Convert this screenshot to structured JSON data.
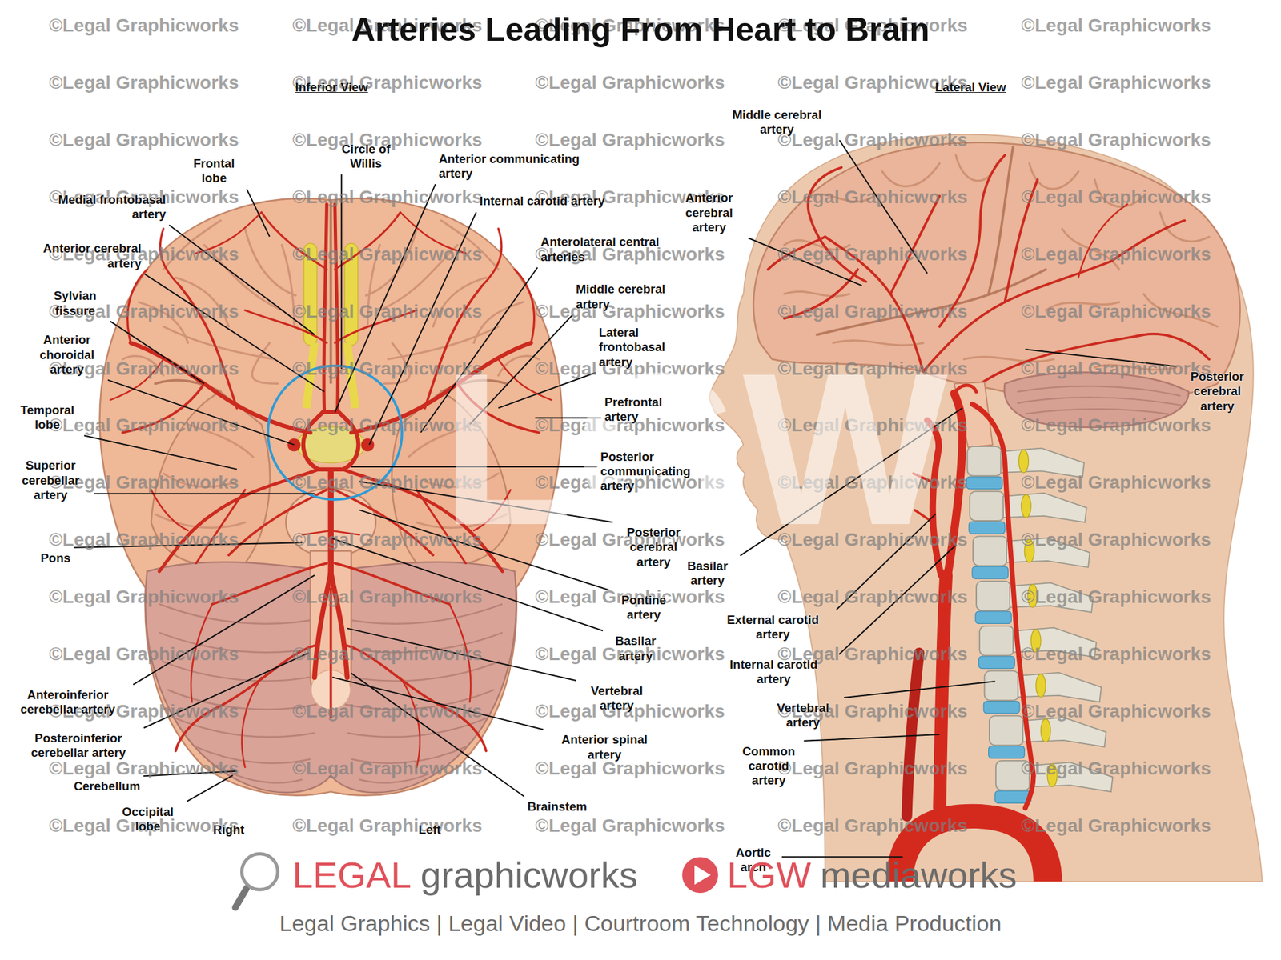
{
  "diagram": {
    "title": "Arteries Leading From Heart to Brain",
    "labels": [
      "Inferior View",
      "Lateral View",
      "Frontal lobe",
      "Circle of Willis",
      "Anterior communicating artery",
      "Medial frontobasal artery",
      "Internal carotid artery",
      "Anterior cerebral artery",
      "Anterolateral central arteries",
      "Sylvian fissure",
      "Middle cerebral artery",
      "Anterior choroidal artery",
      "Lateral frontobasal artery",
      "Temporal lobe",
      "Prefrontal artery",
      "Superior cerebellar artery",
      "Posterior communicating artery",
      "Pons",
      "Posterior cerebral artery",
      "Pontine artery",
      "Basilar artery",
      "Anteroinferior cerebellar artery",
      "Vertebral artery",
      "Posteroinferior cerebellar artery",
      "Anterior spinal artery",
      "Cerebellum",
      "Brainstem",
      "Occipital lobe",
      "Right",
      "Left",
      "Middle cerebral artery",
      "Anterior cerebral artery",
      "Posterior cerebral artery",
      "Basilar artery",
      "External carotid artery",
      "Internal carotid artery",
      "Vertebral artery",
      "Common carotid artery",
      "Aortic arch",
      "©Legal Graphicworks",
      "©Legal Graphicworks",
      "©Legal Graphicworks",
      "©Legal Graphicworks",
      "©Legal Graphicworks",
      "©Legal Graphicworks",
      "©Legal Graphicworks",
      "©Legal Graphicworks",
      "©Legal Graphicworks",
      "©Legal Graphicworks",
      "©Legal Graphicworks",
      "©Legal Graphicworks",
      "©Legal Graphicworks",
      "©Legal Graphicworks",
      "©Legal Graphicworks",
      "©Legal Graphicworks",
      "©Legal Graphicworks",
      "©Legal Graphicworks",
      "©Legal Graphicworks",
      "©Legal Graphicworks",
      "©Legal Graphicworks",
      "©Legal Graphicworks",
      "©Legal Graphicworks",
      "©Legal Graphicworks",
      "©Legal Graphicworks",
      "©Legal Graphicworks",
      "©Legal Graphicworks",
      "©Legal Graphicworks",
      "©Legal Graphicworks",
      "©Legal Graphicworks",
      "©Legal Graphicworks",
      "©Legal Graphicworks",
      "©Legal Graphicworks",
      "©Legal Graphicworks",
      "©Legal Graphicworks",
      "©Legal Graphicworks",
      "©Legal Graphicworks",
      "©Legal Graphicworks",
      "©Legal Graphicworks",
      "©Legal Graphicworks",
      "©Legal Graphicworks",
      "©Legal Graphicworks",
      "©Legal Graphicworks",
      "©Legal Graphicworks",
      "©Legal Graphicworks",
      "©Legal Graphicworks",
      "©Legal Graphicworks",
      "©Legal Graphicworks",
      "©Legal Graphicworks",
      "©Legal Graphicworks",
      "©Legal Graphicworks",
      "©Legal Graphicworks",
      "©Legal Graphicworks",
      "©Legal Graphicworks",
      "©Legal Graphicworks",
      "©Legal Graphicworks",
      "©Legal Graphicworks",
      "©Legal Graphicworks",
      "©Legal Graphicworks",
      "©Legal Graphicworks",
      "©Legal Graphicworks",
      "©Legal Graphicworks",
      "©Legal Graphicworks",
      "©Legal Graphicworks",
      "©Legal Graphicworks",
      "©Legal Graphicworks",
      "©Legal Graphicworks",
      "©Legal Graphicworks",
      "©Legal Graphicworks",
      "©Legal Graphicworks",
      "©Legal Graphicworks",
      "©Legal Graphicworks",
      "©Legal Graphicworks",
      "©Legal Graphicworks",
      "©Legal Graphicworks",
      "LGW",
      "LEGAL",
      "graphicworks",
      "LGW",
      "mediaworks",
      "Legal Graphics | Legal Video | Courtroom Technology | Media Production"
    ]
  }
}
